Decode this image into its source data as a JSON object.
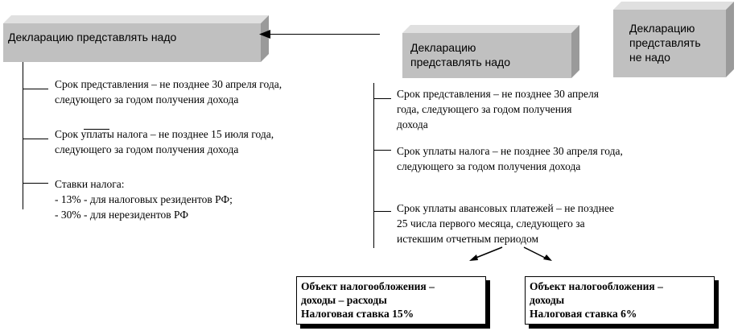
{
  "left": {
    "title": "Декларацию представлять надо",
    "items": [
      {
        "lines": [
          "Срок представления – не позднее 30 апреля года,",
          "следующего за годом получения дохода"
        ]
      },
      {
        "lines": [
          "Срок уплаты налога – не позднее 15 июля года,",
          "следующего за годом получения дохода"
        ]
      },
      {
        "lines": [
          "Ставки налога:",
          "- 13% - для налоговых резидентов РФ;",
          "- 30% - для нерезидентов РФ"
        ]
      }
    ]
  },
  "middle": {
    "title_lines": [
      "Декларацию",
      "представлять надо"
    ],
    "items": [
      {
        "lines": [
          "Срок представления – не позднее 30 апреля",
          "года, следующего за годом получения",
          "дохода"
        ]
      },
      {
        "lines": [
          "Срок уплаты налога – не позднее 30 апреля года,",
          "следующего за годом получения дохода"
        ]
      },
      {
        "lines": [
          "Срок уплаты авансовых платежей – не позднее",
          "25 числа первого месяца, следующего за",
          "истекшим отчетным периодом"
        ]
      }
    ]
  },
  "right": {
    "title_lines": [
      "Декларацию",
      "представлять",
      "не надо"
    ]
  },
  "bottom": [
    {
      "lines": [
        "Объект налогообложения –",
        "доходы – расходы",
        "Налоговая ставка 15%"
      ]
    },
    {
      "lines": [
        "Объект налогообложения –",
        "доходы",
        "Налоговая ставка 6%"
      ]
    }
  ]
}
